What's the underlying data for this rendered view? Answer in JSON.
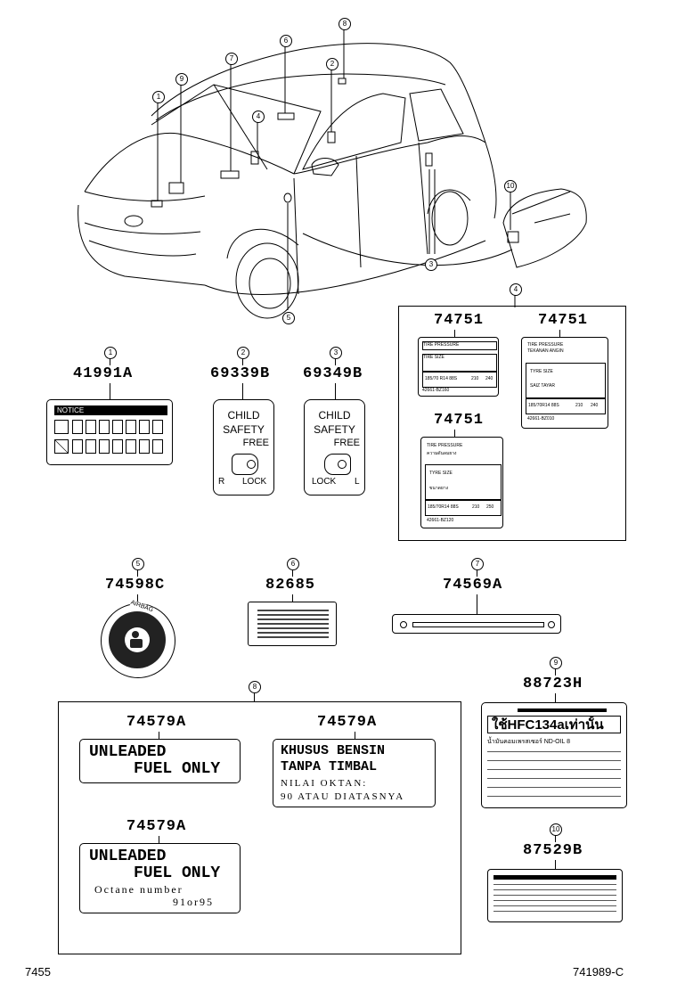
{
  "callouts": {
    "c1": "1",
    "c2": "2",
    "c3": "3",
    "c4": "4",
    "c5": "5",
    "c6": "6",
    "c7": "7",
    "c8": "8",
    "c9": "9",
    "c10": "10"
  },
  "parts": {
    "p1": "41991A",
    "p2": "69339B",
    "p3": "69349B",
    "p4a": "74751",
    "p4b": "74751",
    "p4c": "74751",
    "p5": "74598C",
    "p6": "82685",
    "p7": "74569A",
    "p8a": "74579A",
    "p8b": "74579A",
    "p8c": "74579A",
    "p9": "88723H",
    "p10": "87529B"
  },
  "label_41991A": {
    "header": "NOTICE"
  },
  "label_69339B": {
    "l1": "CHILD",
    "l2": "SAFETY",
    "l3": "FREE",
    "left": "R",
    "right": "LOCK"
  },
  "label_69349B": {
    "l1": "CHILD",
    "l2": "SAFETY",
    "l3": "FREE",
    "left": "LOCK",
    "right": "L"
  },
  "tire_a": {
    "title": "TIRE PRESSURE",
    "r1a": "TIRE SIZE",
    "r2a": "185/70 R14 88S",
    "r2b": "210",
    "r2c": "240",
    "code": "42661-BZ160"
  },
  "tire_b": {
    "title": "TIRE PRESSURE",
    "sub": "TEKANAN ANGIN",
    "r1a": "TYRE SIZE",
    "r2a": "SAIZ TAYAR",
    "r3a": "185/70R14 88S",
    "r3b": "210",
    "r3c": "240",
    "code": "42661-BZ010"
  },
  "tire_c": {
    "title": "TIRE PRESSURE",
    "sub": "ความดันลมยาง",
    "r1a": "TYRE SIZE",
    "r2a": "ขนาดยาง",
    "r3a": "185/70R14 88S",
    "r3b": "210",
    "r3c": "250",
    "code": "42661-BZ120"
  },
  "label_74598C": {
    "text": "AIRBAG"
  },
  "label_74579A_1": {
    "l1": "UNLEADED",
    "l2": "FUEL ONLY"
  },
  "label_74579A_2": {
    "l1": "KHUSUS BENSIN",
    "l2": "TANPA TIMBAL",
    "l3": "NILAI OKTAN:",
    "l4": "90 ATAU DIATASNYA"
  },
  "label_74579A_3": {
    "l1": "UNLEADED",
    "l2": "FUEL ONLY",
    "l3": "Octane number",
    "l4": "91or95"
  },
  "label_88723H": {
    "t1": "ใช้HFC134aเท่านั้น",
    "t2": "น้ำมันคอมเพรสเซอร์ ND-OIL 8"
  },
  "footer": {
    "left": "7455",
    "right": "741989-C"
  }
}
